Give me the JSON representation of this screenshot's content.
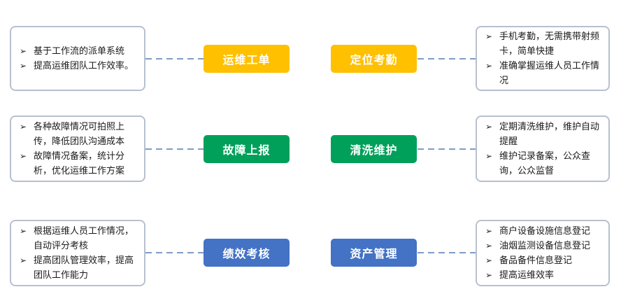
{
  "colors": {
    "yellow": "#ffc000",
    "green": "#00a05a",
    "blue": "#4472c4",
    "box_border": "#b7c0cf",
    "connector": "#7f9cc6"
  },
  "bullet_glyph": "➢",
  "rows": [
    {
      "left_box": [
        "基于工作流的派单系统",
        "提高运维团队工作效率。"
      ],
      "left_pill": "运维工单",
      "left_color": "yellow",
      "right_pill": "定位考勤",
      "right_color": "yellow",
      "right_box": [
        "手机考勤，无需携带射频卡，简单快捷",
        "准确掌握运维人员工作情况"
      ]
    },
    {
      "left_box": [
        "各种故障情况可拍照上传，降低团队沟通成本",
        "故障情况备案，统计分析，优化运维工作方案"
      ],
      "left_pill": "故障上报",
      "left_color": "green",
      "right_pill": "清洗维护",
      "right_color": "green",
      "right_box": [
        "定期清洗维护，维护自动提醒",
        "维护记录备案，公众查询，公众监督"
      ]
    },
    {
      "left_box": [
        "根据运维人员工作情况，自动评分考核",
        "提高团队管理效率，提高团队工作能力"
      ],
      "left_pill": "绩效考核",
      "left_color": "blue",
      "right_pill": "资产管理",
      "right_color": "blue",
      "right_box": [
        "商户设备设施信息登记",
        "油烟监测设备信息登记",
        "备品备件信息登记",
        "提高运维效率"
      ]
    }
  ]
}
